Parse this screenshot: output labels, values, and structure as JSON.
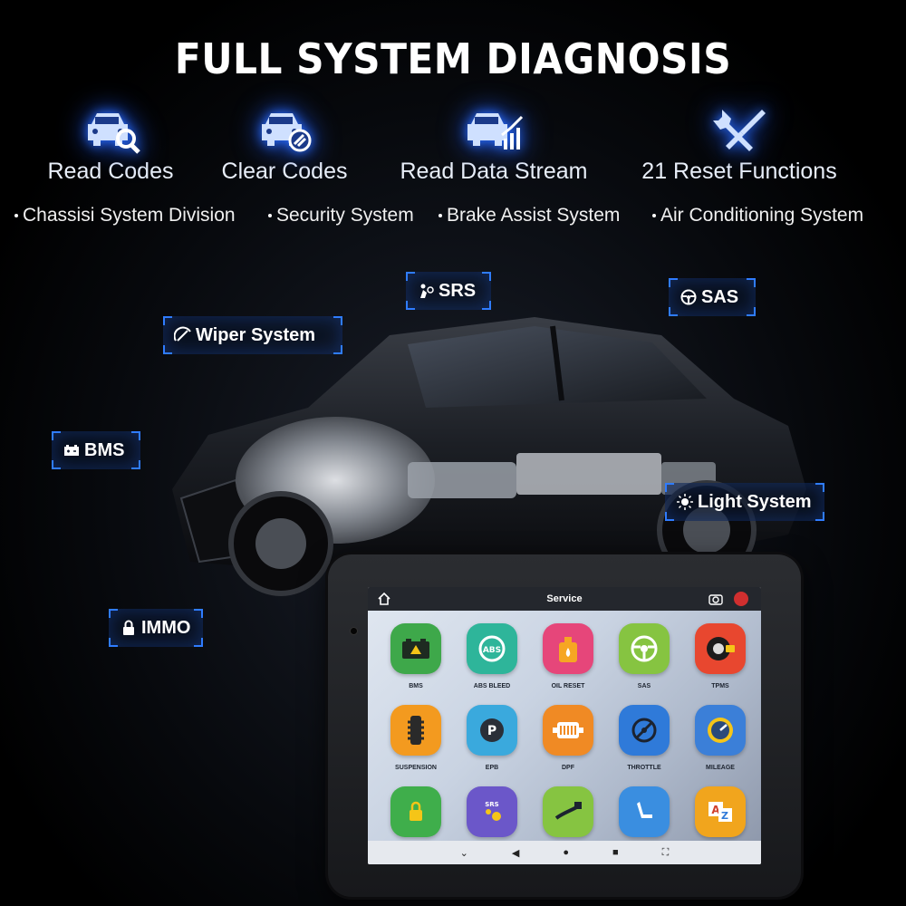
{
  "headline": "FULL SYSTEM DIAGNOSIS",
  "features": [
    {
      "label": "Read Codes",
      "icon": "car-search-icon"
    },
    {
      "label": "Clear Codes",
      "icon": "car-clear-icon"
    },
    {
      "label": "Read Data Stream",
      "icon": "car-chart-icon"
    },
    {
      "label": "21 Reset Functions",
      "icon": "wrench-screwdriver-icon"
    }
  ],
  "systems": [
    "Chassisi System Division",
    "Security System",
    "Brake Assist System",
    "Air Conditioning System"
  ],
  "tags": {
    "srs": "SRS",
    "sas": "SAS",
    "wiper": "Wiper System",
    "bms": "BMS",
    "light": "Light System",
    "immo": "IMMO"
  },
  "tablet": {
    "title": "Service",
    "apps": [
      "BMS",
      "ABS BLEED",
      "OIL RESET",
      "SAS",
      "TPMS",
      "SUSPENSION",
      "EPB",
      "DPF",
      "THROTTLE",
      "MILEAGE"
    ],
    "nav": [
      "⌄",
      "◀",
      "●",
      "■",
      "⛶"
    ]
  },
  "colors": {
    "accent": "#2f7cff",
    "glow": "#1c4fd6"
  }
}
